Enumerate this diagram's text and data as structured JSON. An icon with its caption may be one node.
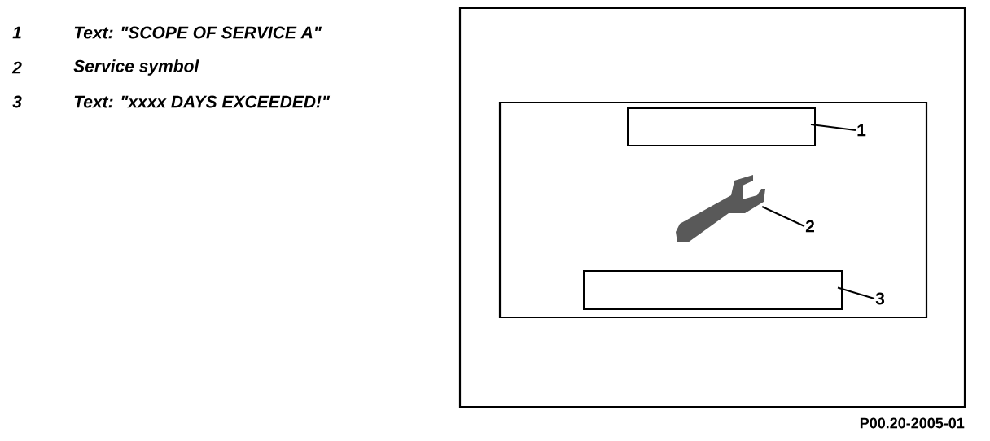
{
  "diagram": {
    "nodes": [
      {
        "text": [],
        "shape": "box"
      },
      {
        "text": [],
        "shape": "box",
        "in": 0
      },
      {
        "text": [],
        "shape": "box",
        "in": 1
      },
      {
        "text": [],
        "shape": "wrench",
        "in": 1
      },
      {
        "text": [],
        "shape": "box",
        "in": 1
      },
      {
        "text": [
          "1"
        ],
        "in": 1
      },
      {
        "text": [
          "2"
        ],
        "in": 1
      },
      {
        "text": [
          "3"
        ],
        "in": 1
      }
    ],
    "edges": [
      {
        "from": 5,
        "to": 2,
        "arrow": "none"
      },
      {
        "from": 6,
        "to": 3,
        "arrow": "none"
      },
      {
        "from": 7,
        "to": 4,
        "arrow": "none"
      }
    ],
    "labels": [
      "1",
      "Text: \"SCOPE OF SERVICE A\"",
      "2",
      "Service symbol",
      "3",
      "Text: \"xxxx DAYS EXCEEDED!\"",
      "P00.20-2005-01"
    ]
  }
}
